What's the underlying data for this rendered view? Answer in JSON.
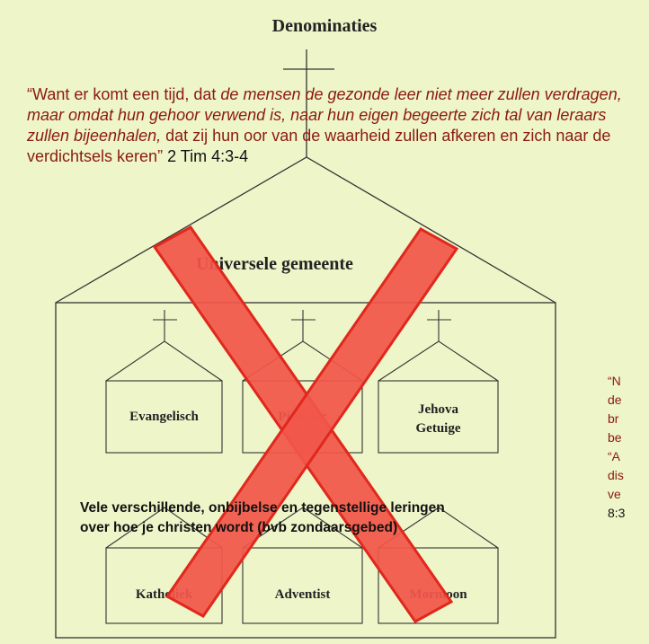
{
  "title": "Denominaties",
  "quote": {
    "segments": [
      {
        "text": "“Want er komt een tijd, dat ",
        "style": "plain"
      },
      {
        "text": "de mensen de gezonde leer niet meer zullen verdragen, maar omdat hun gehoor verwend is, naar hun eigen begeerte zich tal van leraars zullen bijeenhalen,",
        "style": "ital"
      },
      {
        "text": " dat zij hun oor van de waarheid zullen afkeren en zich naar de verdichtsels keren”",
        "style": "plain"
      },
      {
        "text": " 2 Tim 4:3-4",
        "style": "ref"
      }
    ]
  },
  "universal_label": "Universele gemeente",
  "churches": [
    {
      "id": "evangelisch",
      "lines": [
        "Evangelisch"
      ]
    },
    {
      "id": "pinkster",
      "lines": [
        "Pinkster"
      ]
    },
    {
      "id": "jehova",
      "lines": [
        "Jehova",
        "Getuige"
      ]
    },
    {
      "id": "katholiek",
      "lines": [
        "Katholiek"
      ]
    },
    {
      "id": "adventist",
      "lines": [
        "Adventist"
      ]
    },
    {
      "id": "mormoon",
      "lines": [
        "Mormoon"
      ]
    }
  ],
  "overlay_text": {
    "line1": "Vele verschillende, onbijbelse en tegenstellige leringen",
    "line2": "over hoe je  christen wordt (bvb zondaarsgebed)"
  },
  "side_quote": {
    "lines": [
      "“N",
      "de",
      "br",
      "be",
      "“A",
      "dis",
      "ve"
    ],
    "ref": "8:3"
  },
  "colors": {
    "background": "#eef5c9",
    "cross_fill": "#f2564a",
    "cross_stroke": "#e0281d",
    "quote_red": "#8b1a10",
    "lines": "#333333"
  }
}
